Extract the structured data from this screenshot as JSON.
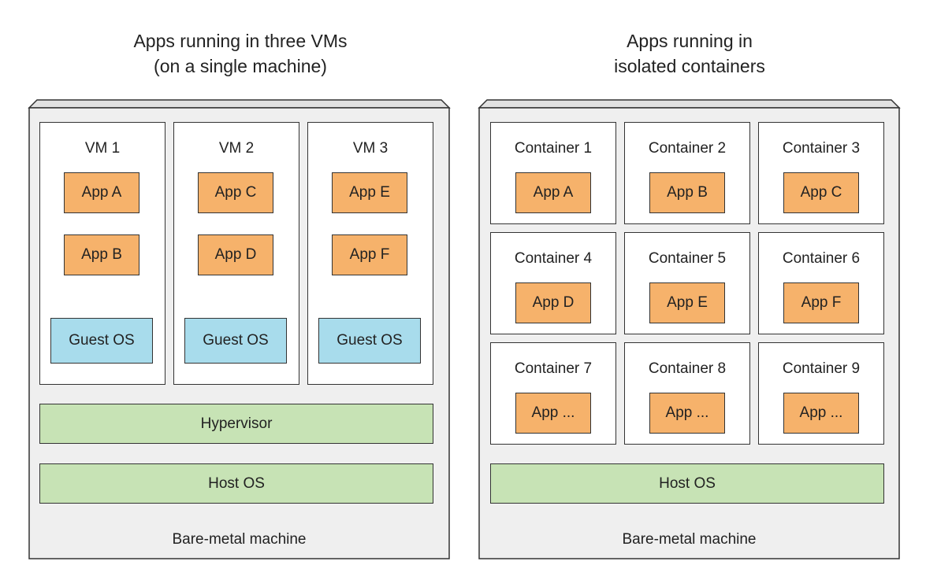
{
  "colors": {
    "app": "#f6b26b",
    "guest_os": "#a8dcec",
    "layer": "#c7e3b5",
    "machine": "#efefef",
    "border": "#333333"
  },
  "left": {
    "title": "Apps running in three VMs\n(on a single machine)",
    "vms": [
      {
        "label": "VM 1",
        "apps": [
          "App A",
          "App B"
        ],
        "os": "Guest OS"
      },
      {
        "label": "VM 2",
        "apps": [
          "App C",
          "App D"
        ],
        "os": "Guest OS"
      },
      {
        "label": "VM 3",
        "apps": [
          "App E",
          "App F"
        ],
        "os": "Guest OS"
      }
    ],
    "hypervisor": "Hypervisor",
    "host_os": "Host OS",
    "machine": "Bare-metal machine"
  },
  "right": {
    "title": "Apps running in\nisolated containers",
    "containers": [
      {
        "label": "Container 1",
        "app": "App A"
      },
      {
        "label": "Container 2",
        "app": "App B"
      },
      {
        "label": "Container 3",
        "app": "App C"
      },
      {
        "label": "Container 4",
        "app": "App D"
      },
      {
        "label": "Container 5",
        "app": "App E"
      },
      {
        "label": "Container 6",
        "app": "App F"
      },
      {
        "label": "Container 7",
        "app": "App ..."
      },
      {
        "label": "Container 8",
        "app": "App ..."
      },
      {
        "label": "Container 9",
        "app": "App ..."
      }
    ],
    "host_os": "Host OS",
    "machine": "Bare-metal machine"
  }
}
